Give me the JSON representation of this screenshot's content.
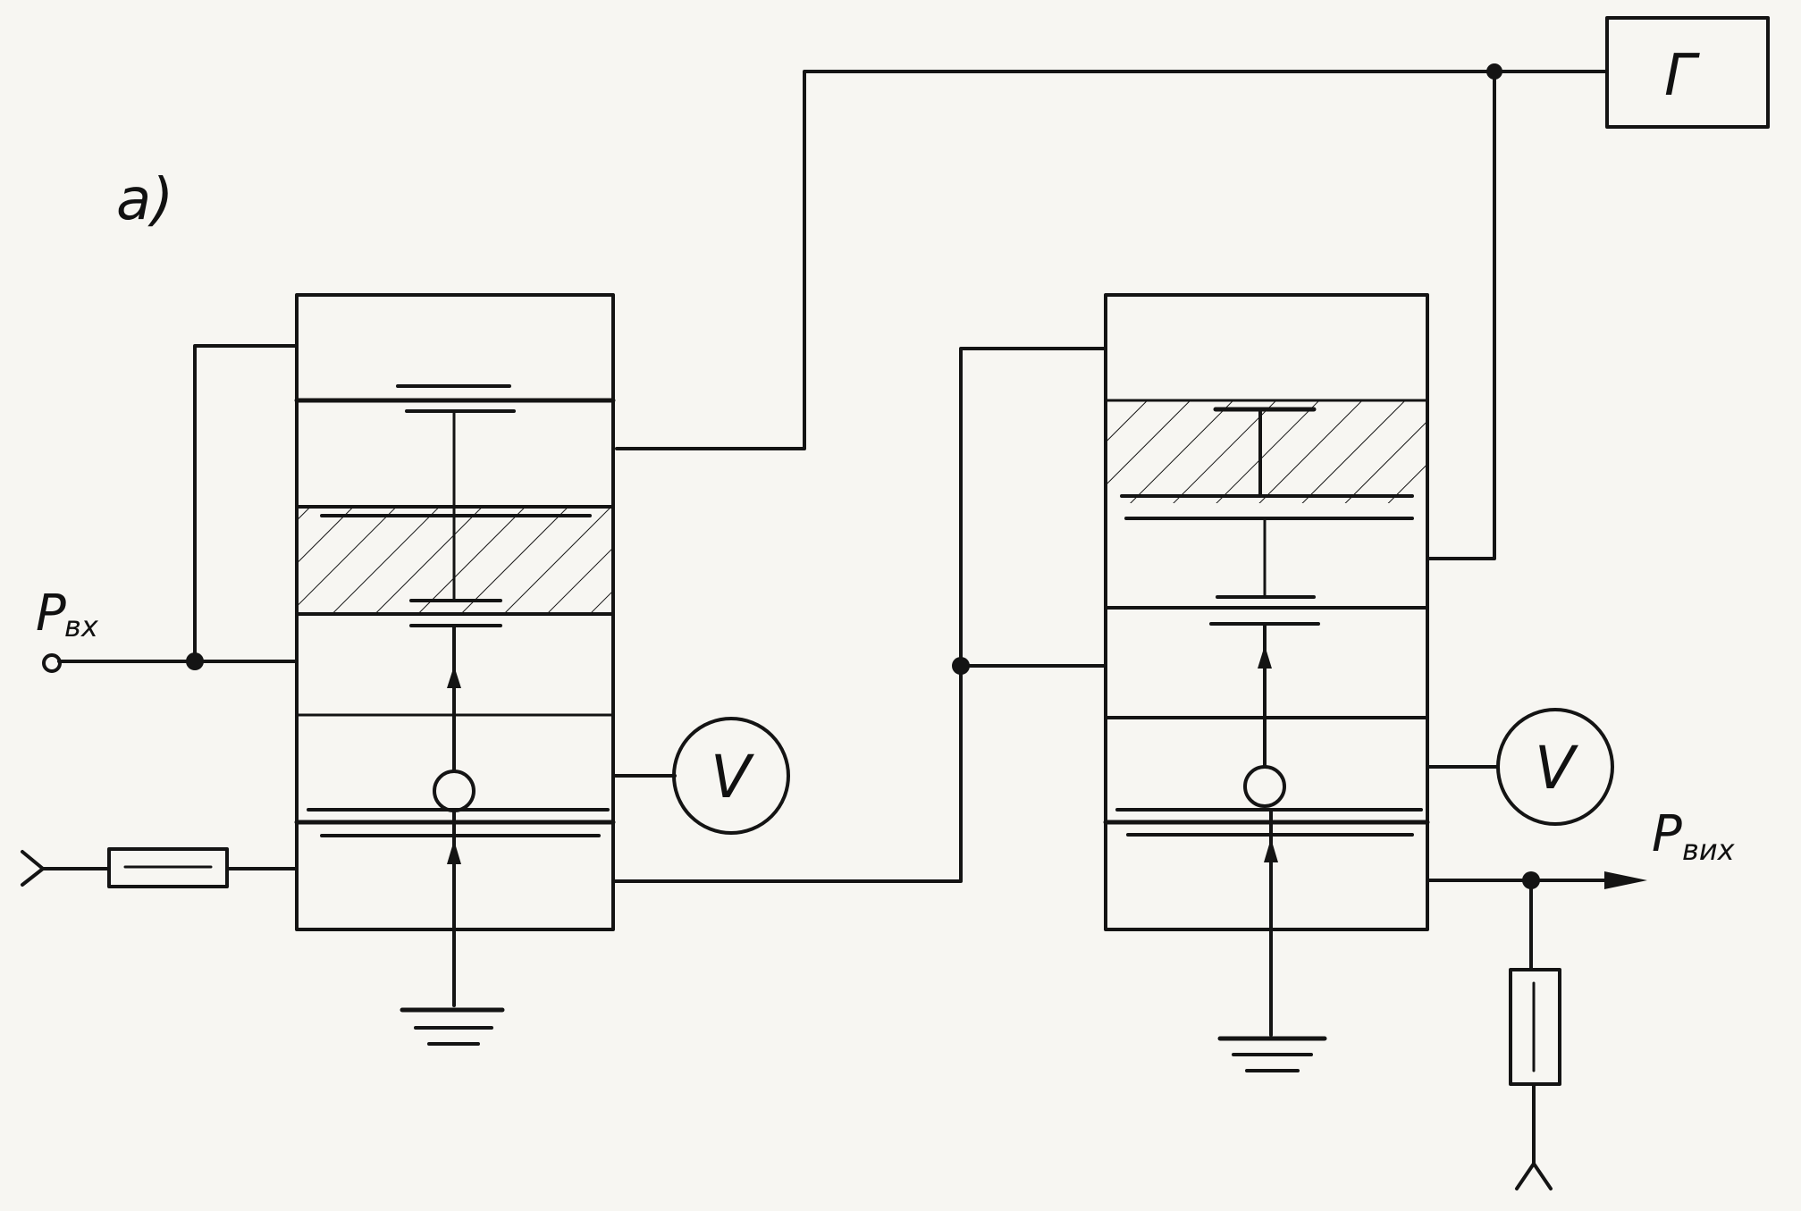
{
  "figure": {
    "panel_label": "a)",
    "input_label": "P",
    "input_label_sub": "вх",
    "output_label": "P",
    "output_label_sub": "вих",
    "generator_label": "Г",
    "voltmeter_left_label": "V",
    "voltmeter_right_label": "V"
  },
  "colors": {
    "ink": "#141414",
    "paper": "#f7f6f2"
  }
}
